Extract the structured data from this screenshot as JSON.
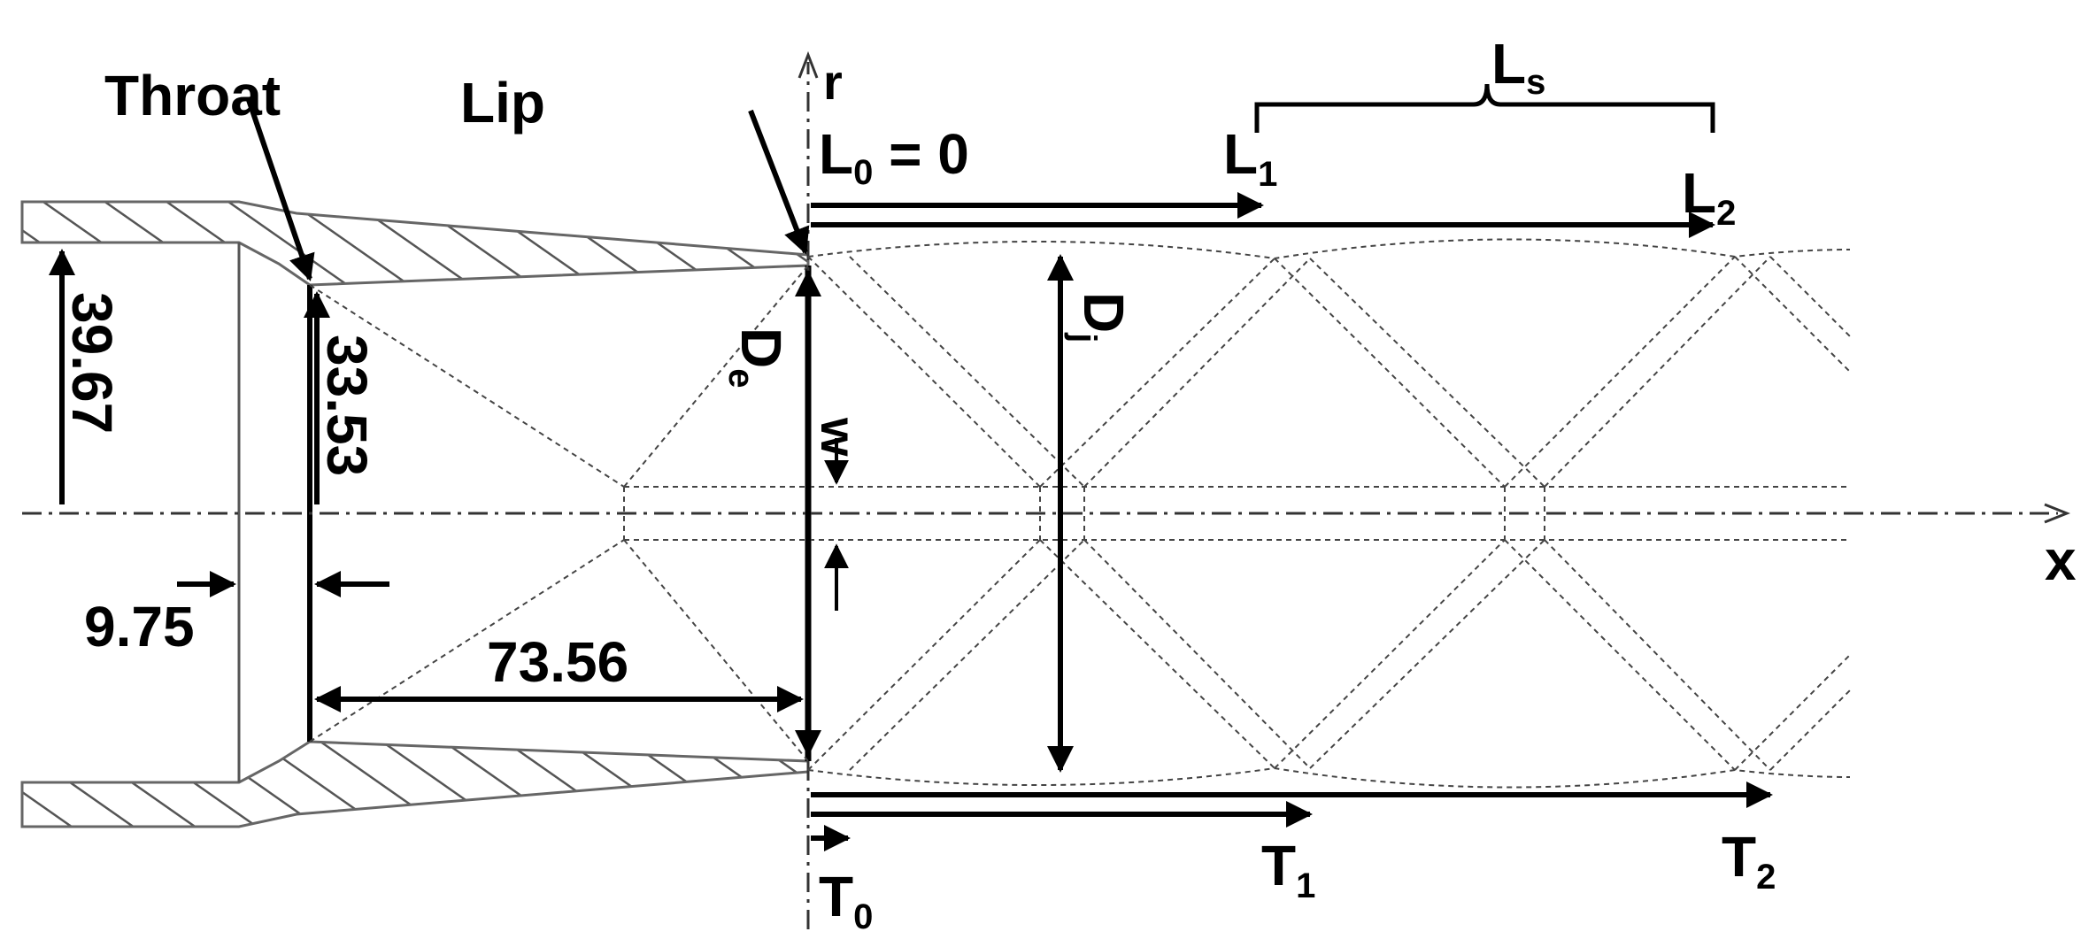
{
  "labels": {
    "throat": "Throat",
    "lip": "Lip",
    "r_axis": "r",
    "x_axis": "x",
    "l0": "L",
    "l0_sub": "0",
    "l0_eq": " = 0",
    "l1": "L",
    "l1_sub": "1",
    "l2": "L",
    "l2_sub": "2",
    "ls": "L",
    "ls_sub": "s",
    "de": "D",
    "de_sub": "e",
    "dj": "D",
    "dj_sub": "j",
    "w": "w",
    "t0": "T",
    "t0_sub": "0",
    "t1": "T",
    "t1_sub": "1",
    "t2": "T",
    "t2_sub": "2"
  },
  "dimensions": {
    "d_inlet": "39.67",
    "d_throat": "33.53",
    "throat_offset": "9.75",
    "nozzle_length": "73.56"
  }
}
